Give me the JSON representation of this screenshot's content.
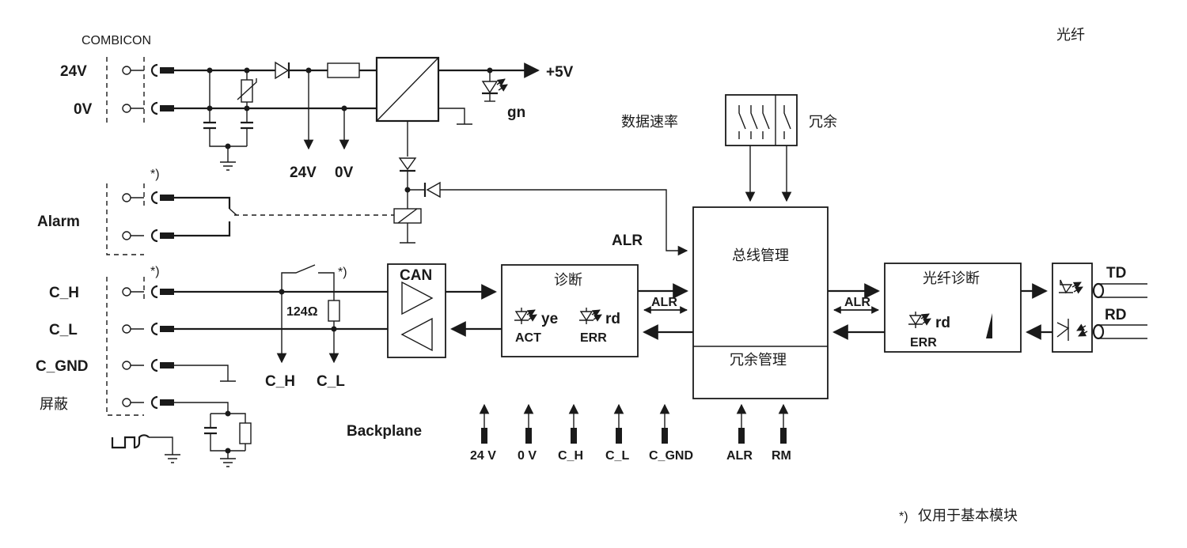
{
  "labels": {
    "combicon": "COMBICON",
    "fiber_title": "光纤",
    "v24": "24V",
    "v0": "0V",
    "plus5v": "+5V",
    "gn": "gn",
    "out_24v": "24V",
    "out_0v": "0V",
    "data_rate": "数据速率",
    "redundancy": "冗余",
    "alarm": "Alarm",
    "note_mark_alarm": "*)",
    "note_mark_ch": "*)",
    "note_mark_switch": "*)",
    "alr": "ALR",
    "c_h": "C_H",
    "c_l": "C_L",
    "c_gnd": "C_GND",
    "shield": "屏蔽",
    "resistor": "124Ω",
    "bus_c_h": "C_H",
    "bus_c_l": "C_L",
    "can": "CAN",
    "diag_title": "诊断",
    "ye": "ye",
    "rd": "rd",
    "act": "ACT",
    "err": "ERR",
    "alr_small_left": "ALR",
    "bus_mgmt": "总线管理",
    "redundancy_mgmt": "冗余管理",
    "alr_small_right": "ALR",
    "fiber_diag": "光纤诊断",
    "fiber_rd": "rd",
    "fiber_err": "ERR",
    "td": "TD",
    "rd_fiber": "RD",
    "backplane": "Backplane",
    "bp_24v": "24 V",
    "bp_0v": "0 V",
    "bp_c_h": "C_H",
    "bp_c_l": "C_L",
    "bp_c_gnd": "C_GND",
    "bp_alr": "ALR",
    "bp_rm": "RM",
    "footnote_mark": "*)",
    "footnote_text": "仅用于基本模块"
  }
}
